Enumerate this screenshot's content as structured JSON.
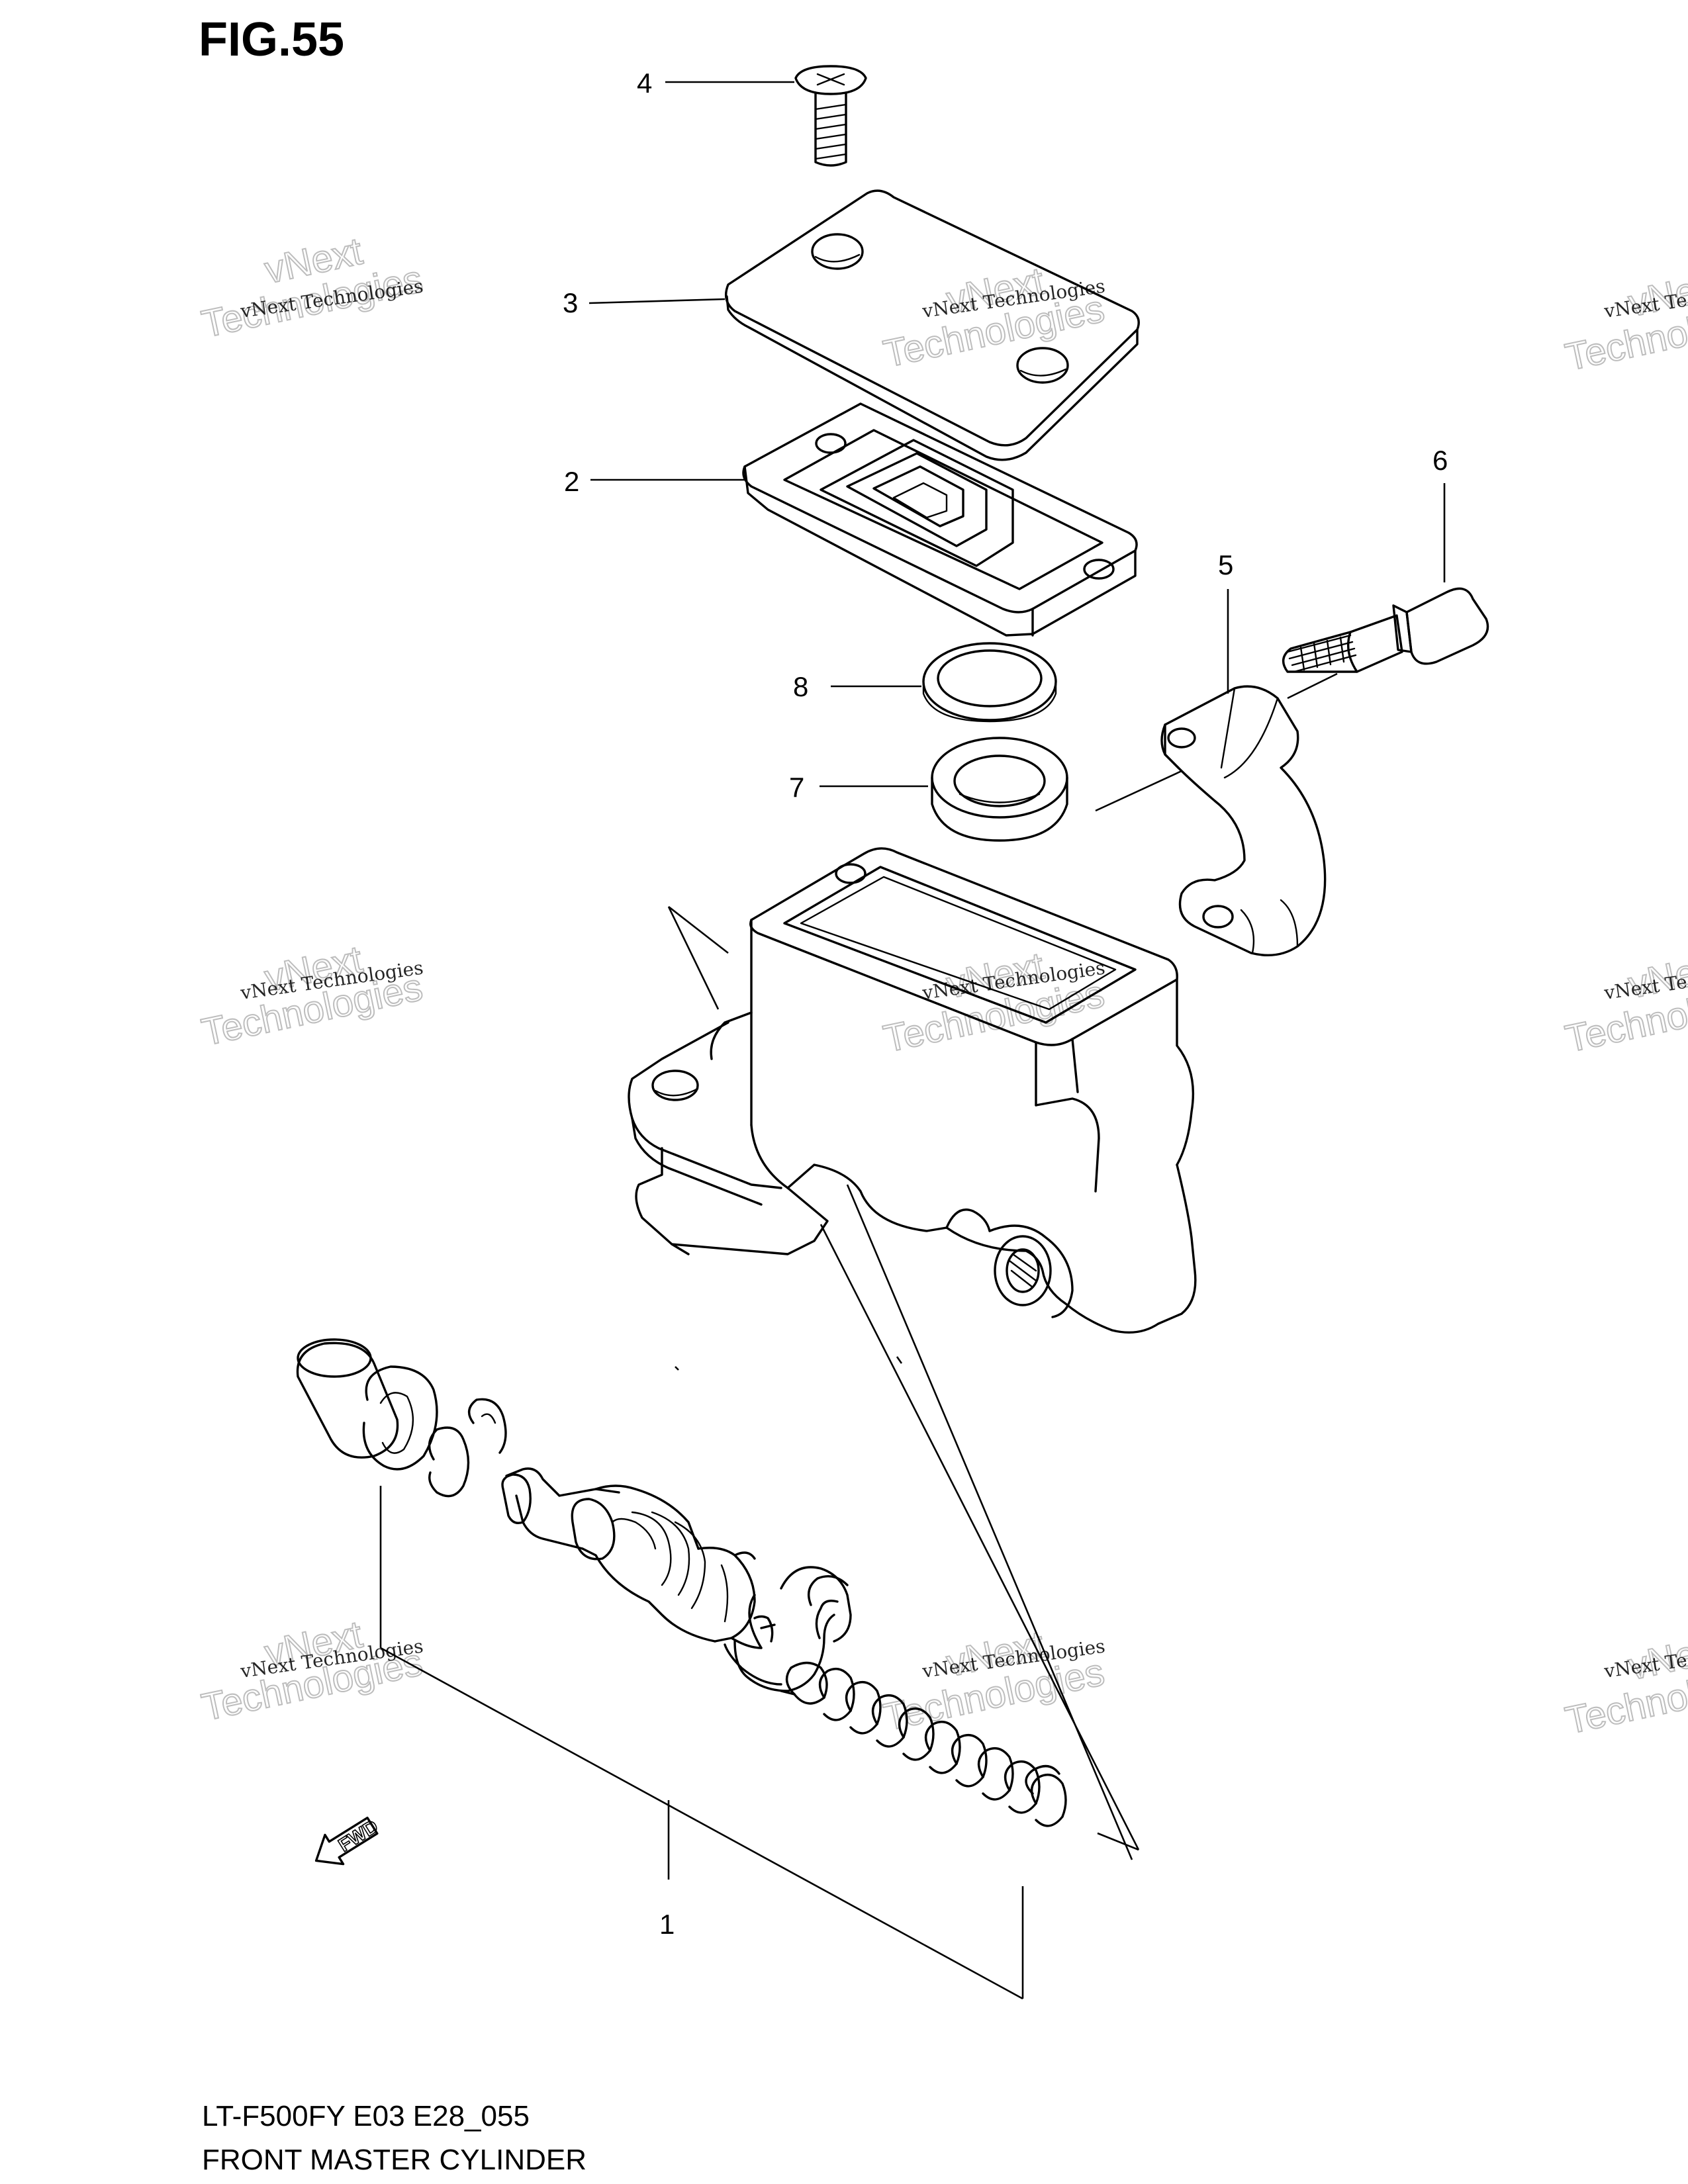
{
  "figure": {
    "title": "FIG.55"
  },
  "callouts": [
    {
      "id": "4",
      "label": "4"
    },
    {
      "id": "3",
      "label": "3"
    },
    {
      "id": "2",
      "label": "2"
    },
    {
      "id": "6",
      "label": "6"
    },
    {
      "id": "5",
      "label": "5"
    },
    {
      "id": "8",
      "label": "8"
    },
    {
      "id": "7",
      "label": "7"
    },
    {
      "id": "1",
      "label": "1"
    }
  ],
  "direction_marker": {
    "label": "FWD",
    "icon": "fwd-arrow-icon"
  },
  "footer": {
    "model_code": "LT-F500FY E03 E28_055",
    "title": "FRONT MASTER CYLINDER"
  },
  "watermark": {
    "line1": "vNext Technologies",
    "line2": "vNext",
    "line3": "Technologies"
  }
}
